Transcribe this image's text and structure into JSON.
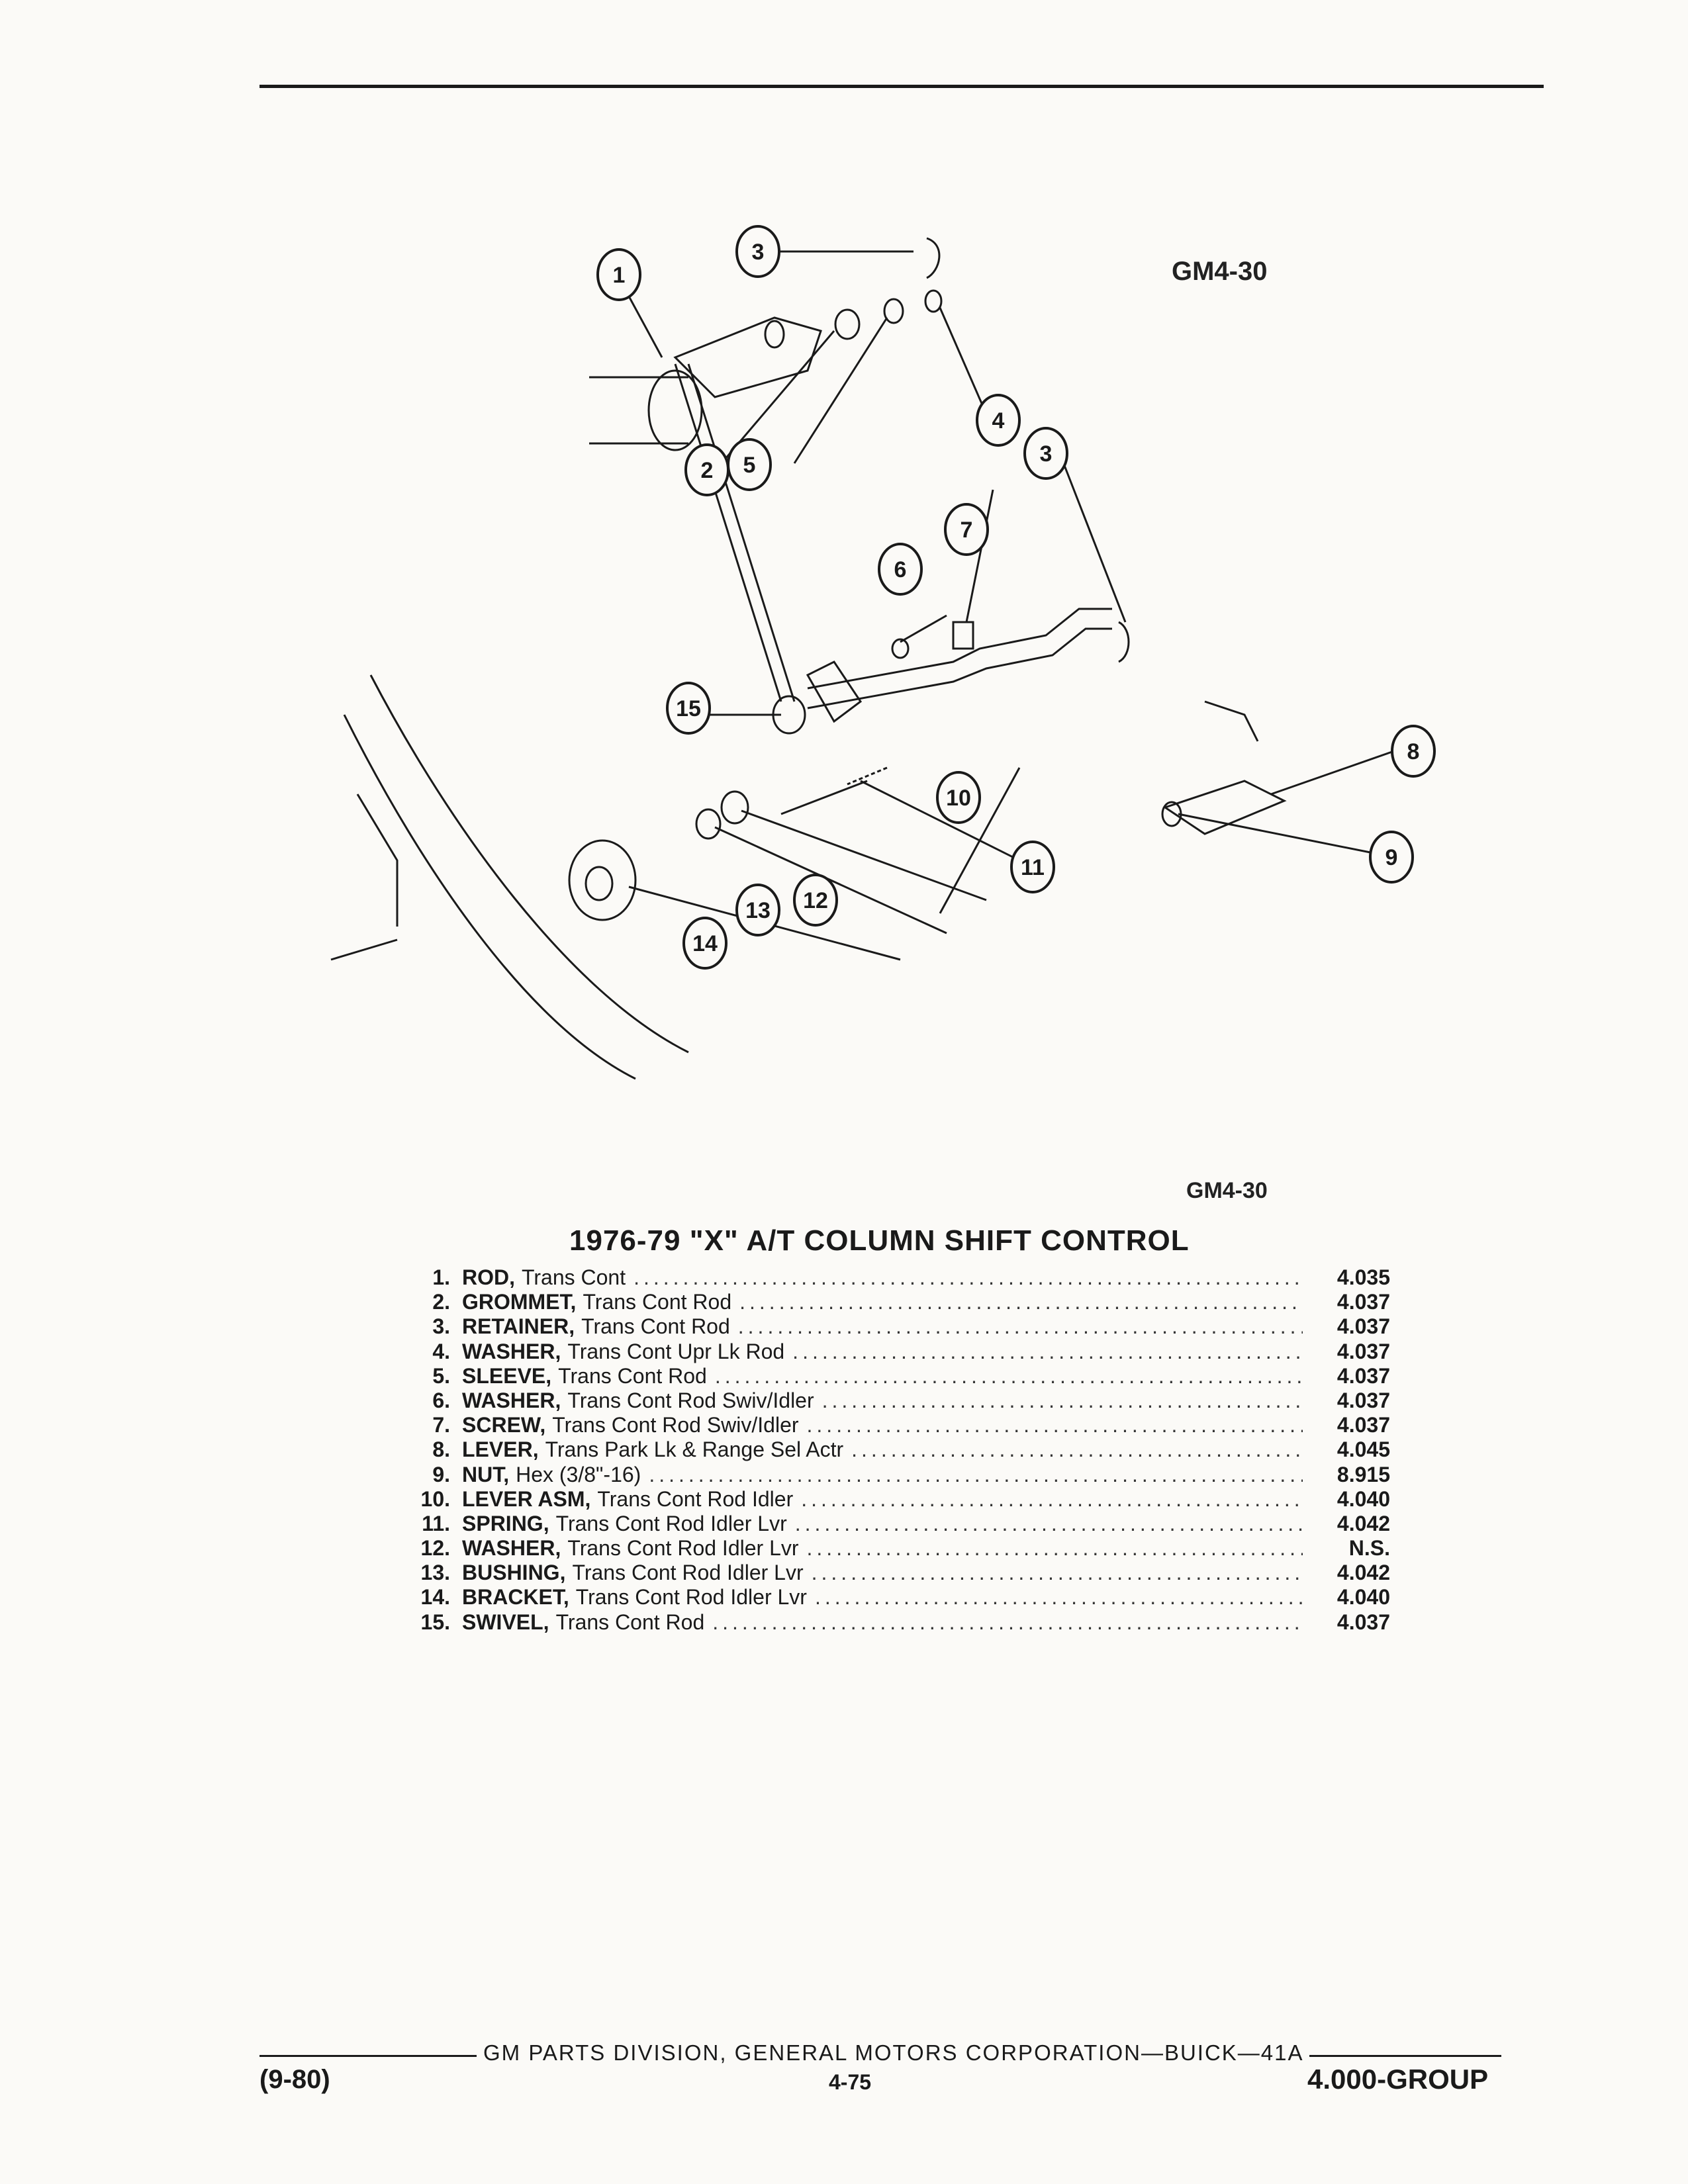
{
  "figure": {
    "code_top": "GM4-30",
    "code_bottom": "GM4-30",
    "callouts": [
      "1",
      "2",
      "3",
      "4",
      "5",
      "6",
      "7",
      "8",
      "9",
      "10",
      "11",
      "12",
      "13",
      "14",
      "15"
    ]
  },
  "title": "1976-79 \"X\" A/T COLUMN SHIFT CONTROL",
  "parts": [
    {
      "num": "1.",
      "name": "ROD,",
      "desc": "Trans Cont",
      "ref": "4.035"
    },
    {
      "num": "2.",
      "name": "GROMMET,",
      "desc": "Trans Cont Rod",
      "ref": "4.037"
    },
    {
      "num": "3.",
      "name": "RETAINER,",
      "desc": "Trans Cont Rod",
      "ref": "4.037"
    },
    {
      "num": "4.",
      "name": "WASHER,",
      "desc": "Trans Cont Upr Lk Rod",
      "ref": "4.037"
    },
    {
      "num": "5.",
      "name": "SLEEVE,",
      "desc": "Trans Cont Rod",
      "ref": "4.037"
    },
    {
      "num": "6.",
      "name": "WASHER,",
      "desc": "Trans Cont Rod Swiv/Idler",
      "ref": "4.037"
    },
    {
      "num": "7.",
      "name": "SCREW,",
      "desc": "Trans Cont Rod Swiv/Idler",
      "ref": "4.037"
    },
    {
      "num": "8.",
      "name": "LEVER,",
      "desc": "Trans Park Lk & Range Sel Actr",
      "ref": "4.045"
    },
    {
      "num": "9.",
      "name": "NUT,",
      "desc": "Hex (3/8\"-16)",
      "ref": "8.915"
    },
    {
      "num": "10.",
      "name": "LEVER ASM,",
      "desc": "Trans Cont Rod Idler",
      "ref": "4.040"
    },
    {
      "num": "11.",
      "name": "SPRING,",
      "desc": "Trans Cont Rod Idler Lvr",
      "ref": "4.042"
    },
    {
      "num": "12.",
      "name": "WASHER,",
      "desc": "Trans Cont Rod Idler Lvr",
      "ref": "N.S."
    },
    {
      "num": "13.",
      "name": "BUSHING,",
      "desc": "Trans Cont Rod Idler Lvr",
      "ref": "4.042"
    },
    {
      "num": "14.",
      "name": "BRACKET,",
      "desc": "Trans Cont Rod Idler Lvr",
      "ref": "4.040"
    },
    {
      "num": "15.",
      "name": "SWIVEL,",
      "desc": "Trans Cont Rod",
      "ref": "4.037"
    }
  ],
  "footer": {
    "publisher": "GM PARTS DIVISION, GENERAL MOTORS CORPORATION—BUICK—41A",
    "date": "(9-80)",
    "page": "4-75",
    "group": "4.000-GROUP"
  }
}
